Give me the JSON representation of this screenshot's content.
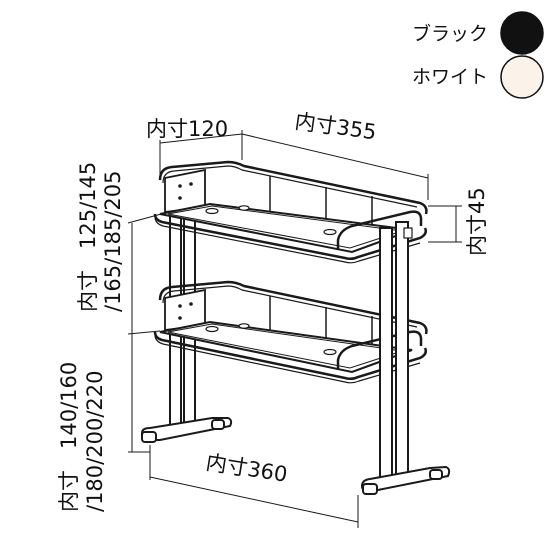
{
  "colors": {
    "title": "",
    "options": [
      {
        "label": "ブラック",
        "swatch": "#111111"
      },
      {
        "label": "ホワイト",
        "swatch": "#fbf3ea"
      }
    ]
  },
  "dimensions": {
    "depth": "内寸120",
    "width_top": "内寸355",
    "rail_height": "内寸45",
    "width_bottom": "内寸360",
    "upper_gap_line1": "内寸　125/145",
    "upper_gap_line2": "/165/185/205",
    "lower_height_line1": "内寸　140/160",
    "lower_height_line2": "/180/200/220"
  }
}
